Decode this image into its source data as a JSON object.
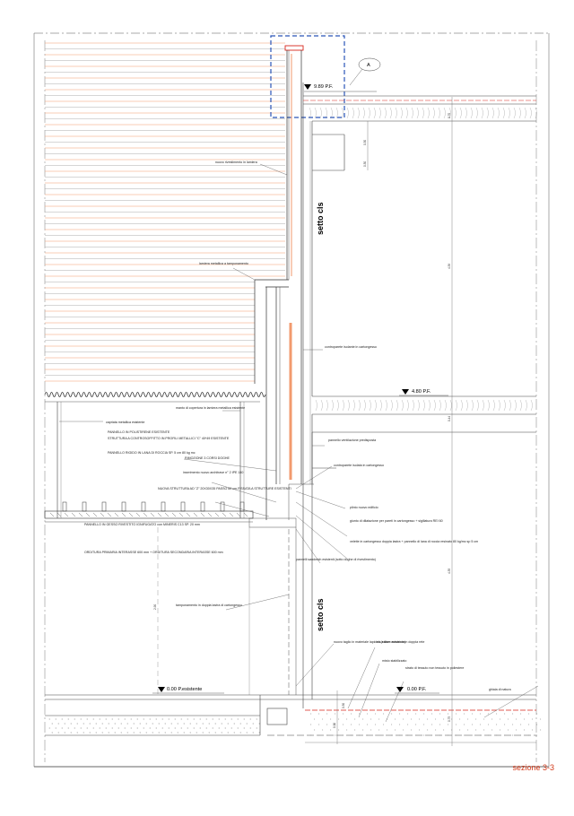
{
  "section_label": "sezione 3-3",
  "detail_marker": "A",
  "levels": {
    "top": "9.89 P.F.",
    "mid": "4.80 P.F.",
    "ground_existing": "0.00 P.esistente",
    "ground_right": "0.00 P.F."
  },
  "wall_labels": [
    "setto cls",
    "setto cls"
  ],
  "annotations": {
    "nuovo_rivestimento": "nuovo rivestimento in lamiera",
    "lamiera_metallica": "lamiera metallica a tamponamento",
    "manto_copertura": "manto di copertura in lamiera metallica esistente",
    "capriata": "capriata metallica esistente",
    "pannello_polistirene": "PANNELLO IN POLISTIRENE ESISTENTE",
    "struttura_controsoffitto": "STRUTTURA A CONTROSOFFITTO IN PROFILI METALLICI \"C\" 40*49 ESISTENTE",
    "pannello_lana_roccia": "PANNELLO RIGIDO IN LANA DI ROCCIA SP. 5 cm 80 kg mc",
    "rimozione_corsi": "RIMOZIONE 3 CORSI DOGHE",
    "inserimento_nuovo": "inserimento nuovo architrave n° 2 IPE 140",
    "nuova_struttura": "NUOVA STRUTTURA AD \"Z\" 20X30X35 PASSO 60 cm FISSATA A STRUTTURE ESISTENTI",
    "pannello_gesso": "PANNELLO IN GESSO RIVESTITO IGNIFUGATO con MINERIS C13 SP. 20 mm",
    "orditura": "ORDITURA PRIMARIA INTERASSE 600 mm + ORDITURA SECONDARIA INTERASSE 600 mm",
    "controparete_cartongesso": "controparete isolante in cartongesso",
    "parete_ventilata": "pannello ventilazione predisposta",
    "controparete_isolata": "controparete isolata in cartongesso",
    "plinto": "plinto nuovo edificio",
    "giunto": "giunto di dilatazione per pareti in cartongesso + sigillatura REI 60",
    "velette": "velette in cartongesso doppia lastra + pannello di lana di roccia resinato 80 kg/mc sp 5 cm",
    "pannelli_sandwich": "pannelli sandwich esistenti (sotto doghe di rivestimento)",
    "tamponamento": "tamponamento in doppia lastra di cartongesso",
    "nuovo_taglio": "nuovo taglio in materiale lapideo (nuovo esistente)",
    "cls_fibre": "cls a fibre armato con doppia rete",
    "misto": "misto stabilizzato",
    "strato_tessuto": "strato di tessuto non tessuto in poliestere",
    "ghiaia": "ghiaia di natura"
  },
  "dimensions": [
    "0.70",
    "0.30",
    "0.30",
    "4.39",
    "0.44",
    "4.35",
    "2.90",
    "0.75",
    "0.30",
    "0.30"
  ],
  "colors": {
    "line": "#3a3a3a",
    "light_line": "#9a9a9a",
    "orange": "#f29a6e",
    "red": "#d8261b",
    "blue_dashed": "#2a55b8",
    "caption": "#d23a1a"
  }
}
